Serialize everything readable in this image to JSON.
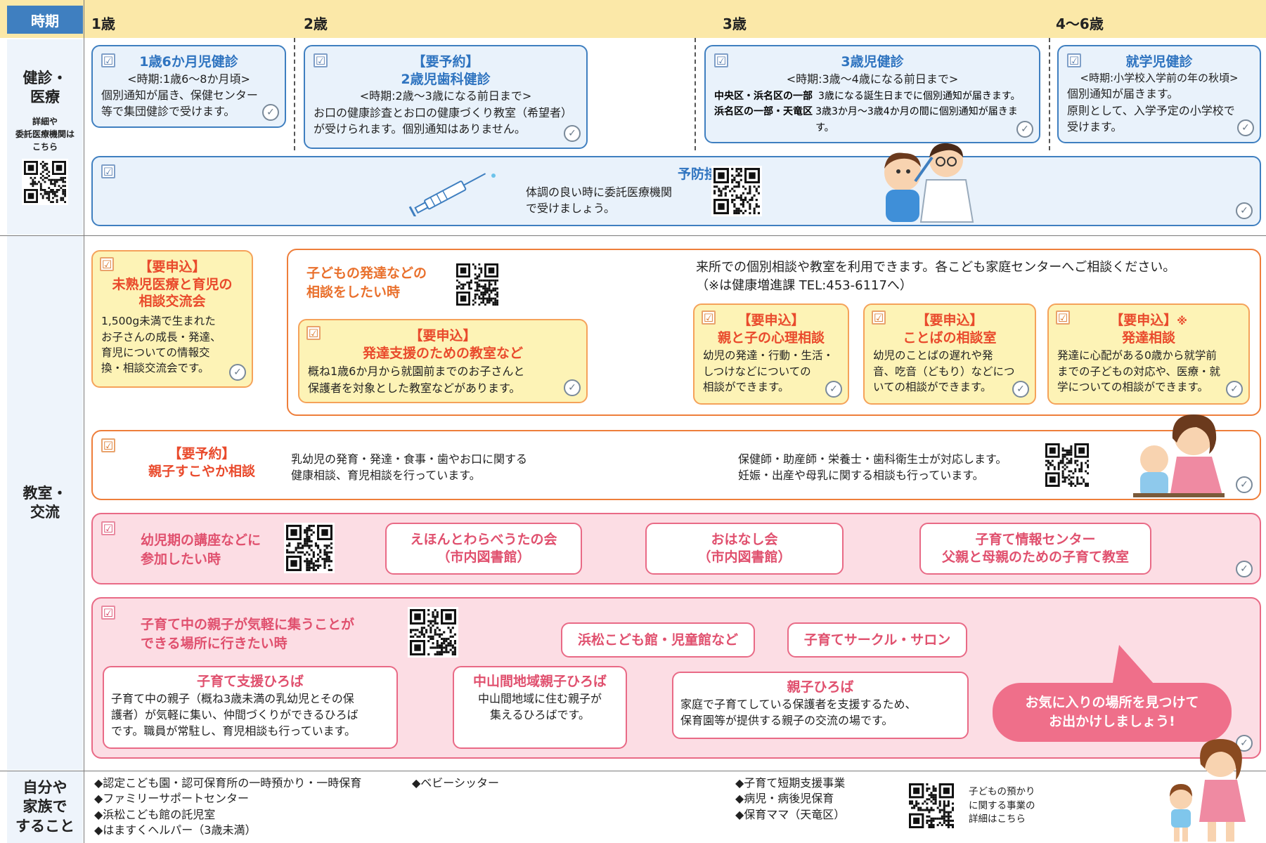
{
  "header": {
    "label": "時期",
    "ages": [
      "1歳",
      "2歳",
      "3歳",
      "4〜6歳"
    ]
  },
  "sections": {
    "kenshin": {
      "line1": "健診・",
      "line2": "医療",
      "note_line1": "詳細や",
      "note_line2": "委託医療機関は",
      "note_line3": "こちら"
    },
    "kyoshitsu": {
      "line1": "教室・",
      "line2": "交流"
    },
    "jibun": {
      "line1": "自分や",
      "line2": "家族で",
      "line3": "すること"
    }
  },
  "checks": {
    "box": "☑",
    "circle": "✓"
  },
  "kenshin_cards": {
    "c1": {
      "title": "1歳6か月児健診",
      "period": "<時期:1歳6〜8か月頃>",
      "text1": "個別通知が届き、保健センター",
      "text2": "等で集団健診で受けます。"
    },
    "c2": {
      "title1": "【要予約】",
      "title2": "2歳児歯科健診",
      "period": "<時期:2歳〜3歳になる前日まで>",
      "text1": "お口の健康診査とお口の健康づくり教室（希望者）",
      "text2": "が受けられます。個別通知はありません。"
    },
    "c3": {
      "title": "3歳児健診",
      "period": "<時期:3歳〜4歳になる前日まで>",
      "row1_label": "中央区・浜名区の一部",
      "row1_text": "3歳になる誕生日までに個別通知が届きます。",
      "row2_label": "浜名区の一部・天竜区",
      "row2_text": "3歳3か月〜3歳4か月の間に個別通知が届きます。"
    },
    "c4": {
      "title": "就学児健診",
      "period": "<時期:小学校入学前の年の秋頃>",
      "text1": "個別通知が届きます。",
      "text2": "原則として、入学予定の小学校で",
      "text3": "受けます。"
    },
    "vaccine": {
      "title": "予防接種",
      "text1": "体調の良い時に委託医療機関",
      "text2": "で受けましょう。"
    }
  },
  "kyoshitsu_cards": {
    "mijuku": {
      "tag": "【要申込】",
      "title1": "未熟児医療と育児の",
      "title2": "相談交流会",
      "text1": "1,500g未満で生まれた",
      "text2": "お子さんの成長・発達、",
      "text3": "育児についての情報交",
      "text4": "換・相談交流会です。"
    },
    "hattatsu_header": {
      "title1": "子どもの発達などの",
      "title2": "相談をしたい時"
    },
    "hattatsu_note": {
      "line1": "来所での個別相談や教室を利用できます。各こども家庭センターへご相談ください。",
      "line2": "（※は健康増進課 TEL:453-6117へ）"
    },
    "shien": {
      "tag": "【要申込】",
      "title": "発達支援のための教室など",
      "text1": "概ね1歳6か月から就園前までのお子さんと",
      "text2": "保護者を対象とした教室などがあります。"
    },
    "shinri": {
      "tag": "【要申込】",
      "title": "親と子の心理相談",
      "text1": "幼児の発達・行動・生活・",
      "text2": "しつけなどについての",
      "text3": "相談ができます。"
    },
    "kotoba": {
      "tag": "【要申込】",
      "title": "ことばの相談室",
      "text1": "幼児のことばの遅れや発",
      "text2": "音、吃音（どもり）などにつ",
      "text3": "いての相談ができます。"
    },
    "hattatsu_soudan": {
      "tag": "【要申込】",
      "mark": "※",
      "title": "発達相談",
      "text1": "発達に心配がある0歳から就学前",
      "text2": "までの子どもの対応や、医療・就",
      "text3": "学についての相談ができます。"
    },
    "sukoyaka": {
      "tag": "【要予約】",
      "title": "親子すこやか相談",
      "text1": "乳幼児の発育・発達・食事・歯やお口に関する",
      "text2": "健康相談、育児相談を行っています。",
      "text3": "保健師・助産師・栄養士・歯科衛生士が対応します。",
      "text4": "妊娠・出産や母乳に関する相談も行っています。"
    },
    "kouza": {
      "title1": "幼児期の講座などに",
      "title2": "参加したい時",
      "b1_line1": "えほんとわらべうたの会",
      "b1_line2": "（市内図書館）",
      "b2_line1": "おはなし会",
      "b2_line2": "（市内図書館）",
      "b3_line1": "子育て情報センター",
      "b3_line2": "父親と母親のための子育て教室"
    },
    "basho": {
      "title1": "子育て中の親子が気軽に集うことが",
      "title2": "できる場所に行きたい時",
      "pill1": "浜松こども館・児童館など",
      "pill2": "子育てサークル・サロン",
      "hiroba1": {
        "title": "子育て支援ひろば",
        "text1": "子育て中の親子（概ね3歳未満の乳幼児とその保",
        "text2": "護者）が気軽に集い、仲間づくりができるひろば",
        "text3": "です。職員が常駐し、育児相談も行っています。"
      },
      "hiroba2": {
        "title": "中山間地域親子ひろば",
        "text1": "中山間地域に住む親子が",
        "text2": "集えるひろばです。"
      },
      "hiroba3": {
        "title": "親子ひろば",
        "text1": "家庭で子育てしている保護者を支援するため、",
        "text2": "保育園等が提供する親子の交流の場です。"
      },
      "bubble1": "お気に入りの場所を見つけて",
      "bubble2": "お出かけしましょう!"
    }
  },
  "jibun": {
    "col1": [
      "◆認定こども園・認可保育所の一時預かり・一時保育",
      "◆ファミリーサポートセンター",
      "◆浜松こども館の託児室",
      "◆はますくヘルパー（3歳未満）"
    ],
    "col2": [
      "◆ベビーシッター"
    ],
    "col3": [
      "◆子育て短期支援事業",
      "◆病児・病後児保育",
      "◆保育ママ（天竜区）"
    ],
    "qr_note1": "子どもの預かり",
    "qr_note2": "に関する事業の",
    "qr_note3": "詳細はこちら"
  },
  "colors": {
    "blue": "#3f7fc0",
    "orange": "#ee7e3b",
    "pink": "#e96a86",
    "yellow_bg": "#fdf3b6",
    "header_bg": "#fbe8a8"
  }
}
